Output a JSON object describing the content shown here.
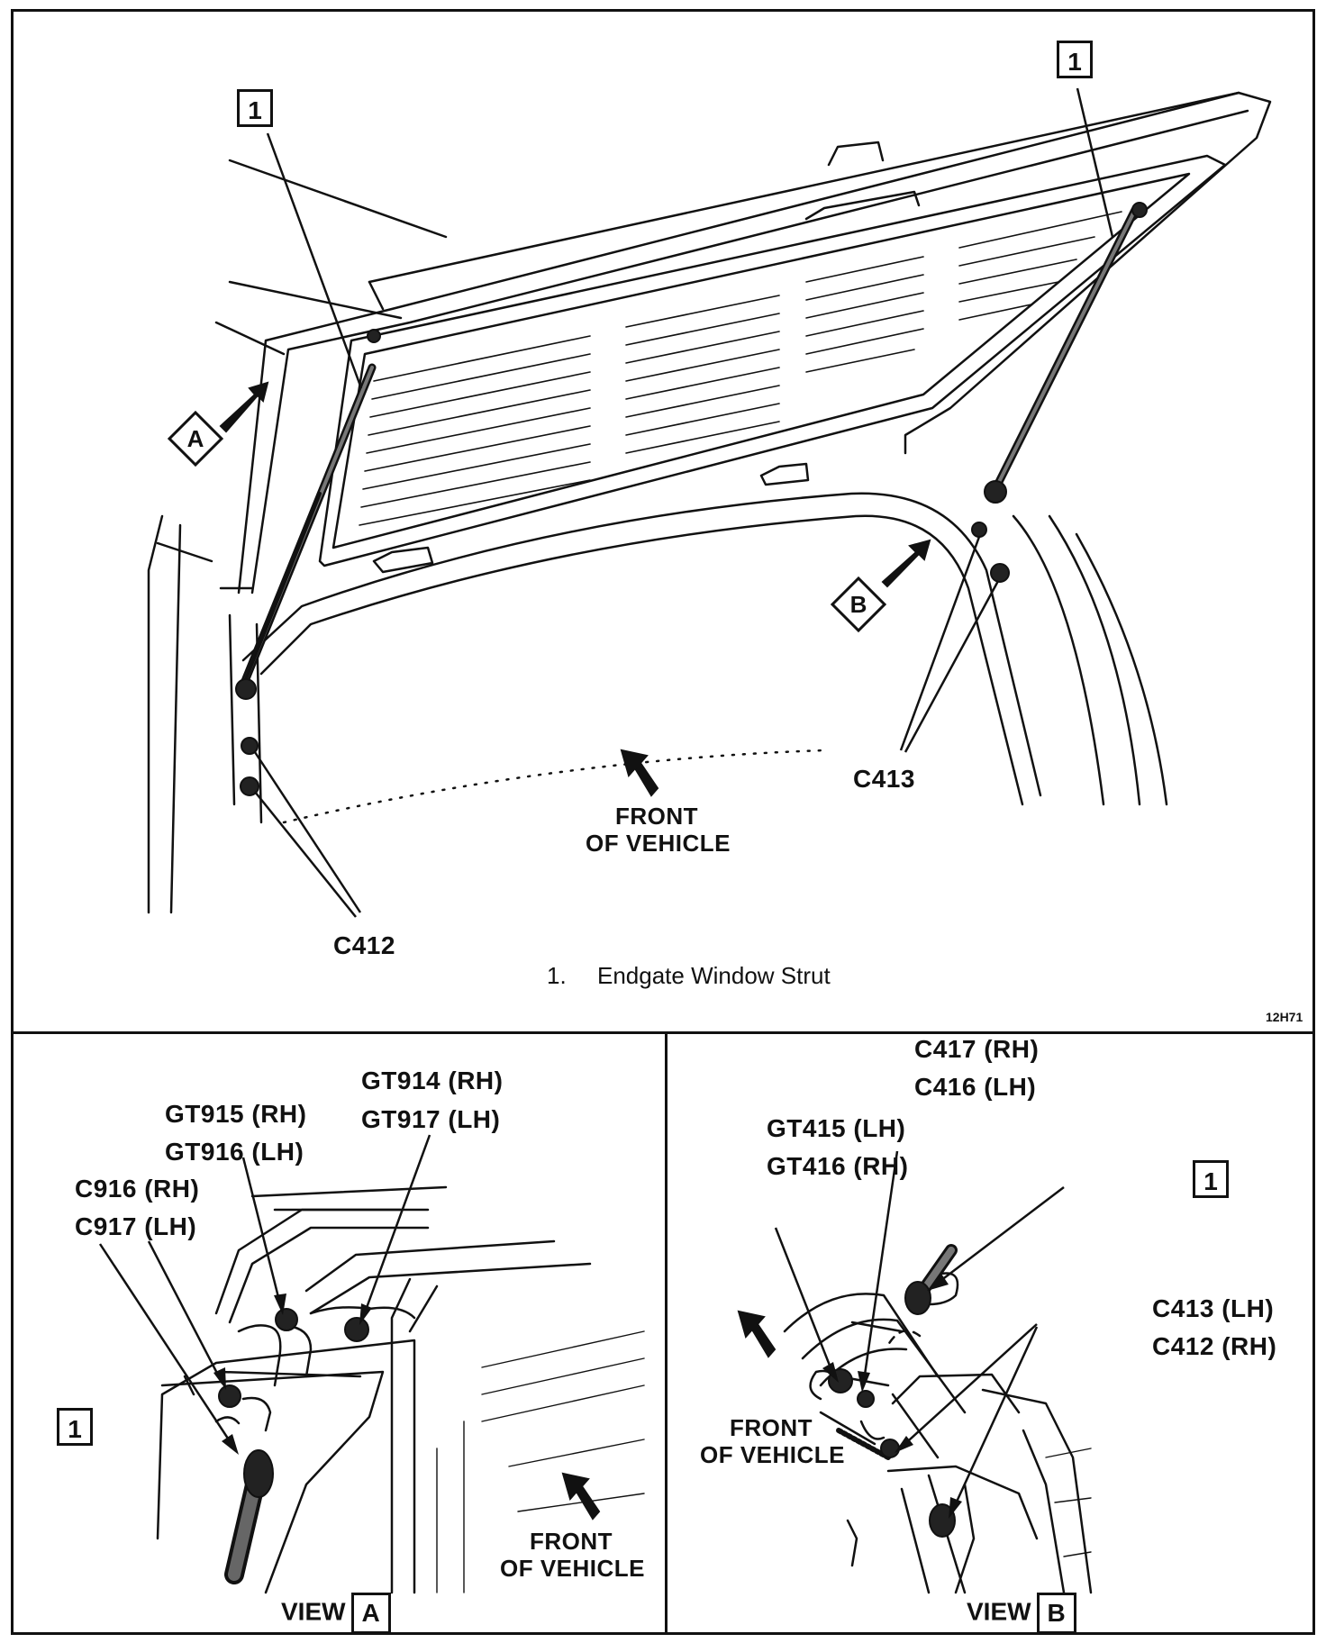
{
  "main": {
    "callout_number": "1",
    "view_a_marker": "A",
    "view_b_marker": "B",
    "connector_c413": "C413",
    "connector_c412": "C412",
    "front_line1": "FRONT",
    "front_line2": "OF VEHICLE",
    "legend_number": "1.",
    "legend_text": "Endgate Window Strut",
    "figure_id": "12H71"
  },
  "view_a": {
    "gt915": "GT915 (RH)",
    "gt916": "GT916 (LH)",
    "gt914": "GT914 (RH)",
    "gt917": "GT917 (LH)",
    "c916": "C916 (RH)",
    "c917": "C917 (LH)",
    "callout_number": "1",
    "front_line1": "FRONT",
    "front_line2": "OF VEHICLE",
    "view_word": "VIEW",
    "view_letter": "A"
  },
  "view_b": {
    "c417": "C417 (RH)",
    "c416": "C416 (LH)",
    "gt415": "GT415 (LH)",
    "gt416": "GT416 (RH)",
    "callout_number": "1",
    "c413": "C413 (LH)",
    "c412": "C412 (RH)",
    "front_line1": "FRONT",
    "front_line2": "OF VEHICLE",
    "view_word": "VIEW",
    "view_letter": "B"
  }
}
